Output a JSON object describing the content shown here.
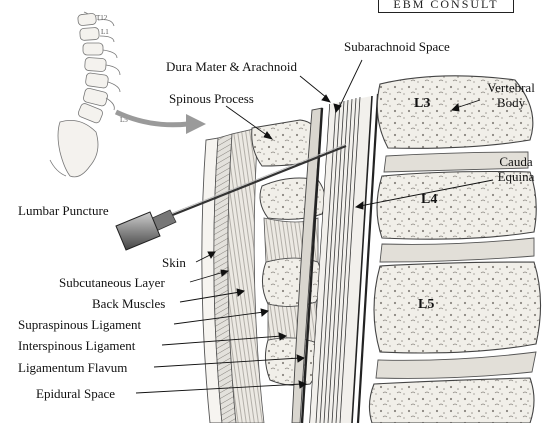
{
  "brand": {
    "text": "EBM CONSULT"
  },
  "labels": {
    "subarachnoid_space": "Subarachnoid Space",
    "dura_mater_arachnoid": "Dura Mater & Arachnoid",
    "spinous_process": "Spinous Process",
    "vertebral_body": "Vertebral Body",
    "cauda_equina": "Cauda Equina",
    "lumbar_puncture": "Lumbar Puncture",
    "skin": "Skin",
    "subcutaneous_layer": "Subcutaneous Layer",
    "back_muscles": "Back Muscles",
    "supraspinous_ligament": "Supraspinous Ligament",
    "interspinous_ligament": "Interspinous Ligament",
    "ligamentum_flavum": "Ligamentum Flavum",
    "epidural_space": "Epidural Space"
  },
  "vertebra_labels": {
    "l3": "L3",
    "l4": "L4",
    "l5": "L5"
  },
  "inset_labels": {
    "t12": "T12",
    "l1": "L1",
    "l5": "L5"
  }
}
